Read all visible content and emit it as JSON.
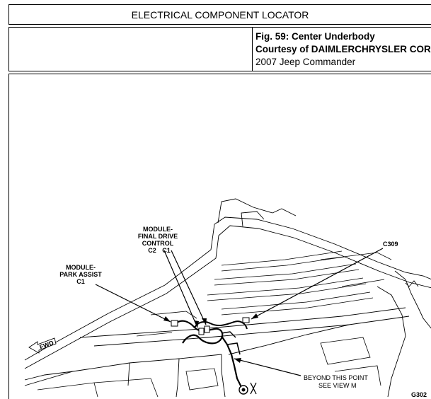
{
  "header": {
    "title": "ELECTRICAL COMPONENT LOCATOR"
  },
  "caption": {
    "figure": "Fig. 59: Center Underbody",
    "courtesy": "Courtesy of DAIMLERCHRYSLER CORP.",
    "vehicle": "2007 Jeep Commander"
  },
  "diagram": {
    "labels": {
      "fdc_line1": "MODULE-",
      "fdc_line2": "FINAL DRIVE",
      "fdc_line3": "CONTROL",
      "fdc_c2": "C2",
      "fdc_c1": "C1",
      "pa_line1": "MODULE-",
      "pa_line2": "PARK ASSIST",
      "pa_line3": "C1",
      "c309": "C309",
      "beyond_line1": "BEYOND THIS POINT",
      "beyond_line2": "SEE VIEW M",
      "fwd": "FWD",
      "ground_ref": "G302"
    }
  }
}
